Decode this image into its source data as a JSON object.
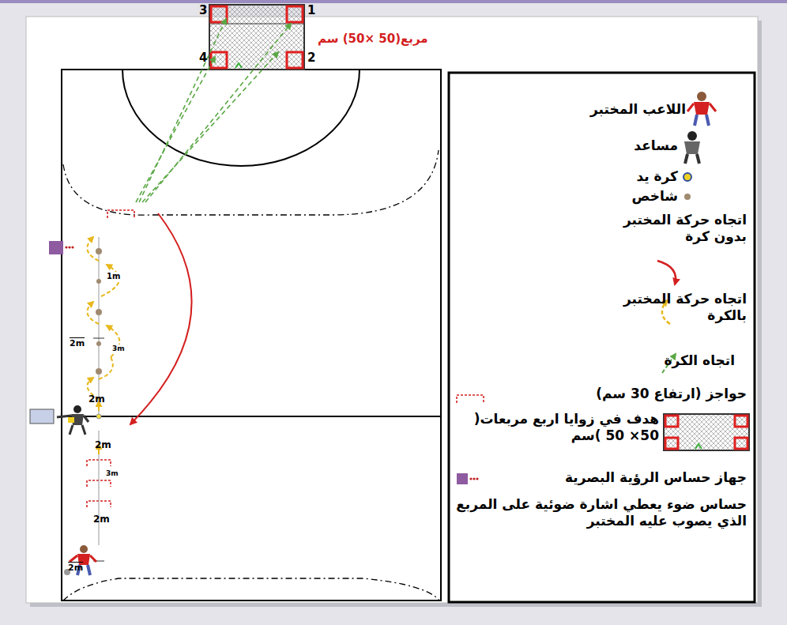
{
  "diagram": {
    "labels": [
      "3",
      "1",
      "4",
      "2",
      "مربع(50 ×50) سم",
      "1m",
      "2m",
      "3m",
      "2m",
      "2m",
      "3m",
      "2m",
      "2m",
      "حساس ضوء يعطي اشارة ضوئية على المربع الذي يصوب عليه المختبر"
    ],
    "legend": [
      {
        "text": "اللاعب المختبر"
      },
      {
        "text": "مساعد"
      },
      {
        "text": "كرة يد"
      },
      {
        "text": "شاخص"
      },
      {
        "text": "اتجاه حركة المختبر بدون كرة"
      },
      {
        "text": "اتجاه حركة المختبر بالكرة"
      },
      {
        "text": "اتجاه الكرة"
      },
      {
        "text": "حواجز (ارتفاع 30 سم)"
      },
      {
        "text": "هدف في زوايا اربع مربعات( 50× 50 )سم"
      },
      {
        "text": "جهاز حساس الرؤية البصرية",
        "color": "#8e5aa0"
      }
    ]
  }
}
